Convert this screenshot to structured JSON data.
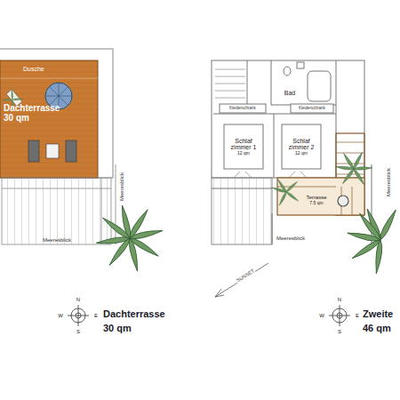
{
  "diagram": {
    "nodes": [
      {
        "text": [
          "Dusche",
          "Dachterrasse 30 qm"
        ]
      },
      {
        "text": [
          "Bad"
        ]
      },
      {
        "text": [
          "Kleiderschrank"
        ]
      },
      {
        "text": [
          "Kleiderschrank"
        ]
      },
      {
        "text": [
          "Schlaf zimmer 1",
          "12 qm"
        ]
      },
      {
        "text": [
          "Schlaf zimmer 2",
          "12 qm"
        ]
      },
      {
        "text": [
          "Terrasse",
          "7.5 qm"
        ]
      }
    ],
    "labels": [
      "Meeresblick",
      "Meeresblick",
      "Meeresblick",
      "Meeresblick",
      "SUNSET",
      "N",
      "W",
      "E",
      "S",
      "Dachterrasse",
      "30 qm",
      "N",
      "W",
      "E",
      "S",
      "Zweite",
      "46 qm"
    ]
  }
}
